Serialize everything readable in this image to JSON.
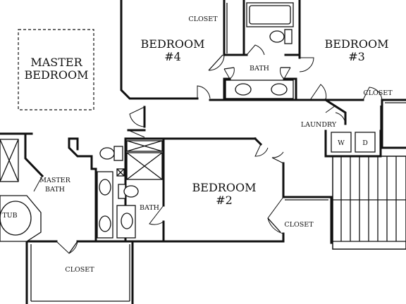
{
  "rooms": {
    "master_bedroom": [
      "MASTER",
      "BEDROOM"
    ],
    "bedroom4": [
      "BEDROOM",
      "#4"
    ],
    "bedroom3": [
      "BEDROOM",
      "#3"
    ],
    "bedroom2": [
      "BEDROOM",
      "#2"
    ],
    "closet_top": "CLOSET",
    "closet_right": "CLOSET",
    "closet_mid": "CLOSET",
    "closet_bottom": "CLOSET",
    "bath_top": "BATH",
    "bath_mid": "BATH",
    "master_bath": [
      "MASTER",
      "BATH"
    ],
    "tub": "TUB",
    "laundry": "LAUNDRY",
    "washer": "W",
    "dryer": "D"
  }
}
